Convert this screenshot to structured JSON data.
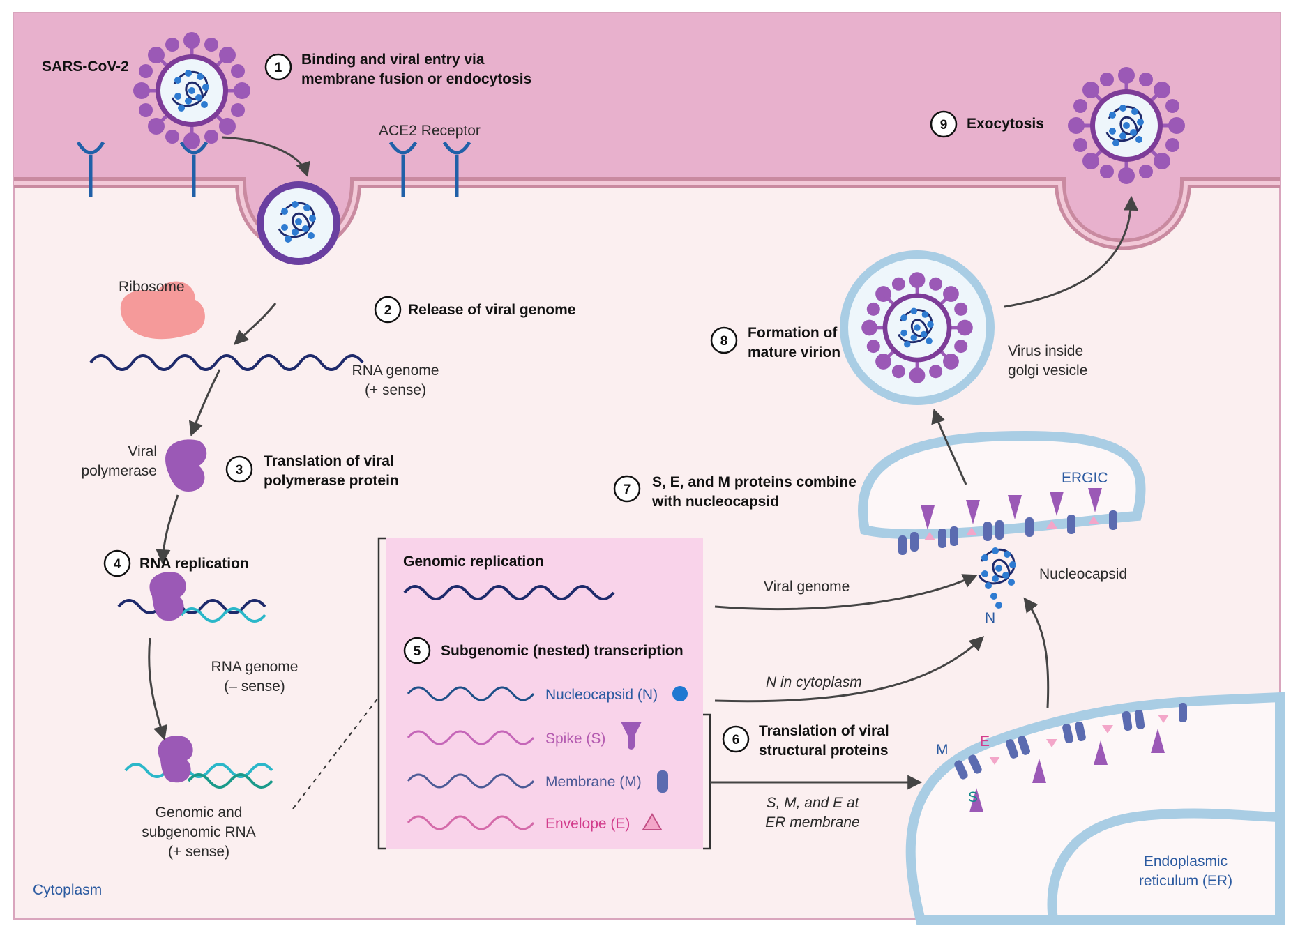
{
  "steps": {
    "s1": {
      "num": "1",
      "line1": "Binding and viral entry via",
      "line2": "membrane fusion or endocytosis"
    },
    "s2": {
      "num": "2",
      "line1": "Release of viral genome"
    },
    "s3": {
      "num": "3",
      "line1": "Translation of viral",
      "line2": "polymerase protein"
    },
    "s4": {
      "num": "4",
      "line1": "RNA replication"
    },
    "s5": {
      "num": "5",
      "line1": "Subgenomic (nested) transcription"
    },
    "s6": {
      "num": "6",
      "line1": "Translation of viral",
      "line2": "structural proteins"
    },
    "s7": {
      "num": "7",
      "line1": "S, E, and M proteins combine",
      "line2": "with nucleocapsid"
    },
    "s8": {
      "num": "8",
      "line1": "Formation of",
      "line2": "mature virion"
    },
    "s9": {
      "num": "9",
      "line1": "Exocytosis"
    }
  },
  "labels": {
    "virus": "SARS-CoV-2",
    "ace2": "ACE2 Receptor",
    "ribosome": "Ribosome",
    "rna_plus_1": "RNA genome",
    "rna_plus_2": "(+ sense)",
    "polymerase_1": "Viral",
    "polymerase_2": "polymerase",
    "rna_minus_1": "RNA genome",
    "rna_minus_2": "(– sense)",
    "genomic_1": "Genomic and",
    "genomic_2": "subgenomic RNA",
    "genomic_3": "(+ sense)",
    "cytoplasm": "Cytoplasm",
    "genomic_replication": "Genomic replication",
    "nucleocapsid_n": "Nucleocapsid (N)",
    "spike_s": "Spike (S)",
    "membrane_m": "Membrane (M)",
    "envelope_e": "Envelope (E)",
    "viral_genome": "Viral genome",
    "n_in_cytoplasm": "N in cytoplasm",
    "nucleocapsid": "Nucleocapsid",
    "n_letter": "N",
    "ergic": "ERGIC",
    "golgi_1": "Virus inside",
    "golgi_2": "golgi vesicle",
    "smE_1": "S, M, and E at",
    "smE_2": "ER membrane",
    "er_1": "Endoplasmic",
    "er_2": "reticulum (ER)",
    "m_letter": "M",
    "e_letter": "E",
    "s_letter": "S"
  },
  "colors": {
    "extracellular": "#e8b1cd",
    "membrane": "#c98aa0",
    "cytoplasm": "#fbeff0",
    "virus_purple": "#9b59b6",
    "rna_navy": "#1e2a6b",
    "rna_cyan": "#2bb7c9",
    "rna_green": "#1a9a8a",
    "arrow": "#444444",
    "box_pink": "#f9d3ea"
  }
}
